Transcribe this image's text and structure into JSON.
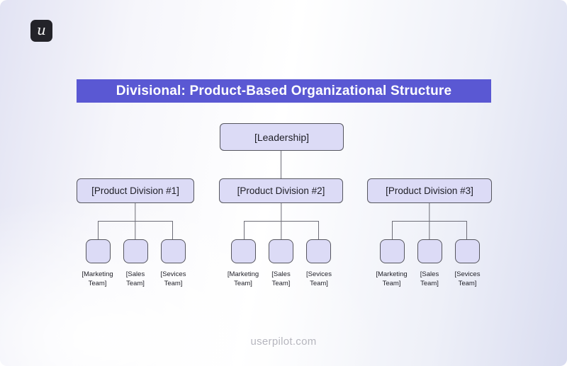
{
  "brand": {
    "logo_glyph": "u"
  },
  "title": {
    "text": "Divisional: Product-Based Organizational Structure"
  },
  "org": {
    "root_label": "[Leadership]",
    "divisions": [
      {
        "label": "[Product Division #1]",
        "teams": [
          {
            "line1": "[Marketing",
            "line2": "Team]"
          },
          {
            "line1": "[Sales",
            "line2": "Team]"
          },
          {
            "line1": "[Sevices",
            "line2": "Team]"
          }
        ]
      },
      {
        "label": "[Product Division #2]",
        "teams": [
          {
            "line1": "[Marketing",
            "line2": "Team]"
          },
          {
            "line1": "[Sales",
            "line2": "Team]"
          },
          {
            "line1": "[Sevices",
            "line2": "Team]"
          }
        ]
      },
      {
        "label": "[Product Division #3]",
        "teams": [
          {
            "line1": "[Marketing",
            "line2": "Team]"
          },
          {
            "line1": "[Sales",
            "line2": "Team]"
          },
          {
            "line1": "[Sevices",
            "line2": "Team]"
          }
        ]
      }
    ]
  },
  "footer": {
    "text": "userpilot.com"
  },
  "colors": {
    "banner_bg": "#5a58d3",
    "banner_fg": "#ffffff",
    "node_fill": "#dcdbf6",
    "node_border": "#56565f",
    "connector": "#6d6d77",
    "logo_bg": "#232329",
    "footer_fg": "#b6b6be"
  }
}
